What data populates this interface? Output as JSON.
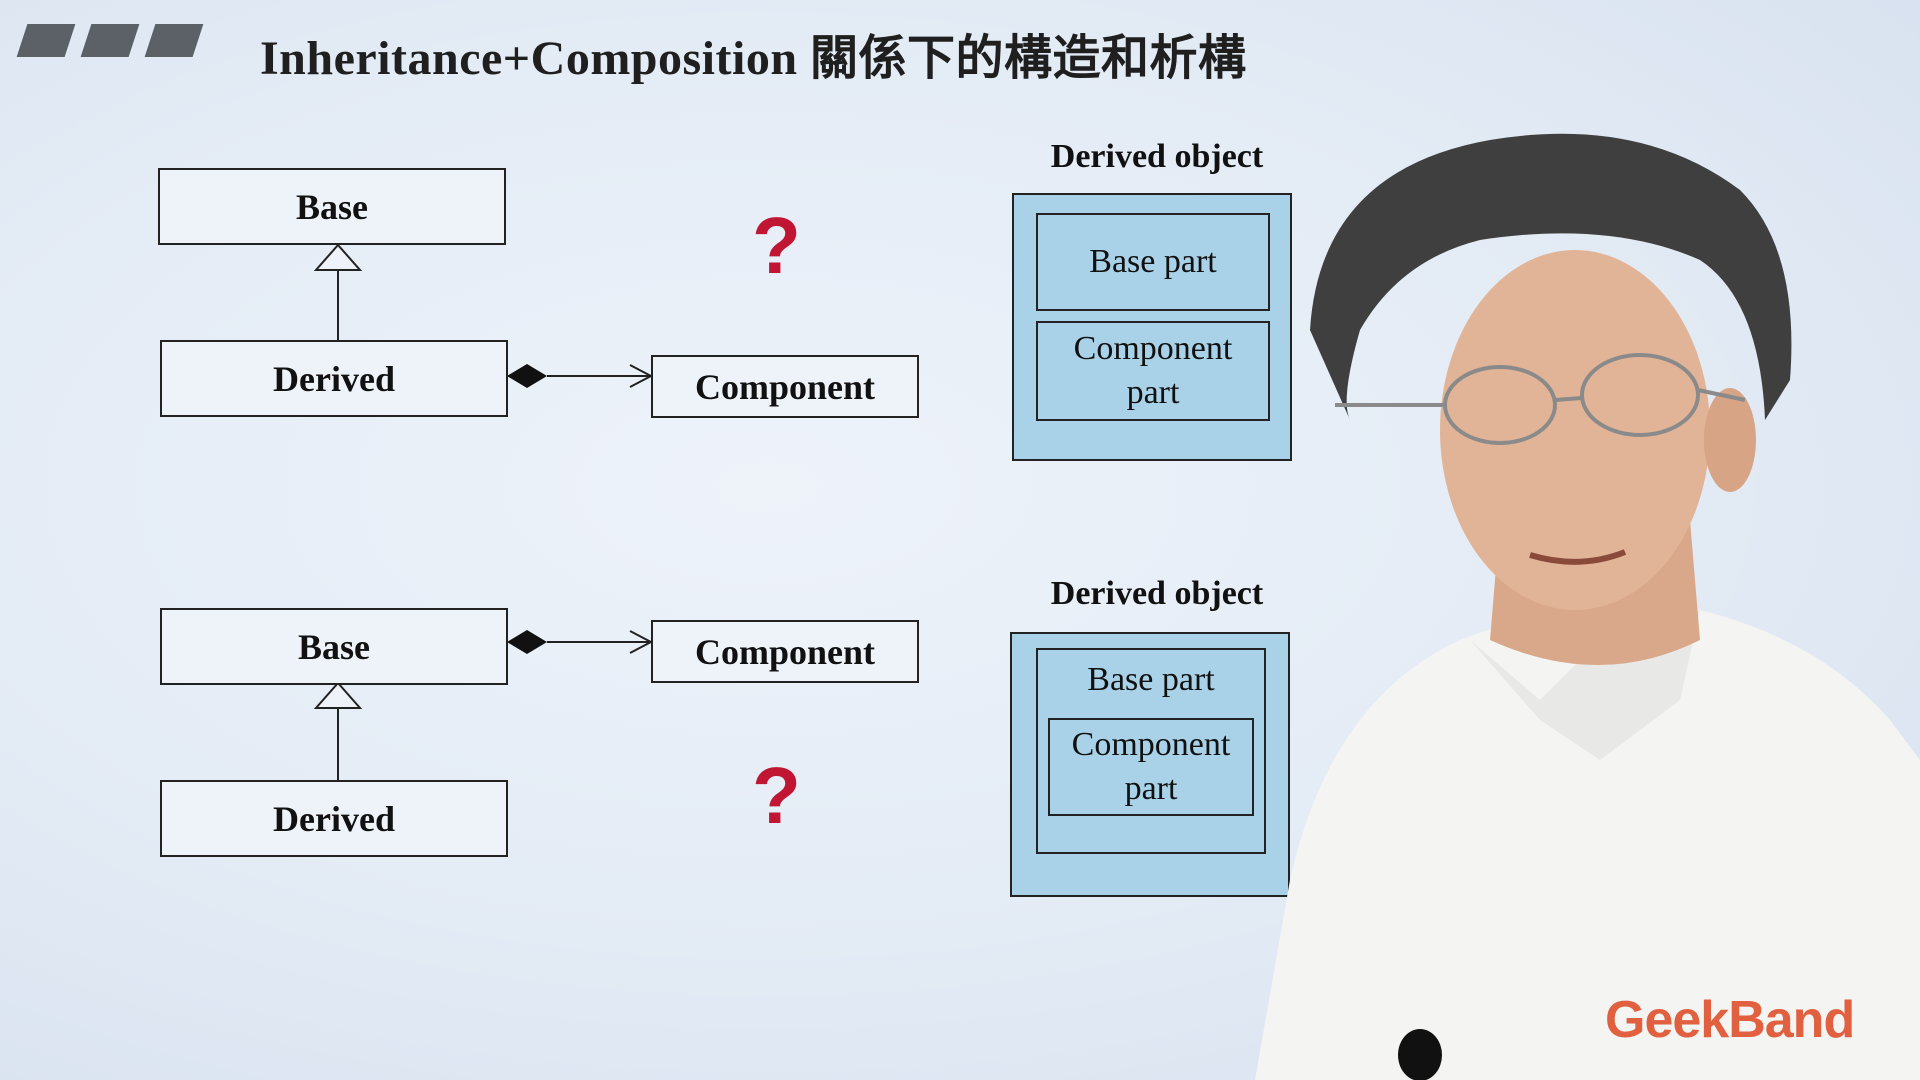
{
  "slide": {
    "title": "Inheritance+Composition 關係下的構造和析構"
  },
  "diagram_top": {
    "base_label": "Base",
    "derived_label": "Derived",
    "component_label": "Component",
    "question_mark": "?",
    "object_title": "Derived object",
    "base_part_label": "Base part",
    "component_part_line1": "Component",
    "component_part_line2": "part"
  },
  "diagram_bottom": {
    "base_label": "Base",
    "derived_label": "Derived",
    "component_label": "Component",
    "question_mark": "?",
    "object_title": "Derived object",
    "base_part_label": "Base part",
    "component_part_line1": "Component",
    "component_part_line2": "part"
  },
  "logo": {
    "text": "GeekBand"
  },
  "colors": {
    "question": "#c01533",
    "object_fill": "#a9d2e8",
    "logo": "#e06040"
  }
}
